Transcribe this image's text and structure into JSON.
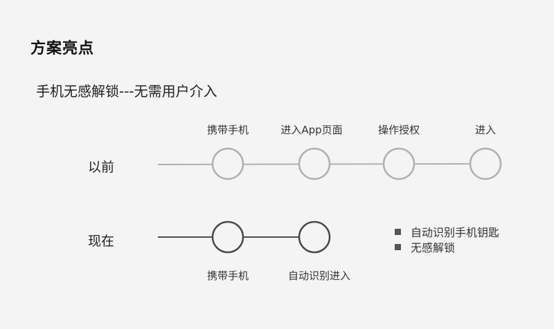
{
  "slide": {
    "title": "方案亮点",
    "subtitle": "手机无感解锁---无需用户介入"
  },
  "before": {
    "label": "以前",
    "steps": [
      "携带手机",
      "进入App页面",
      "操作授权",
      "进入"
    ]
  },
  "now": {
    "label": "现在",
    "steps": [
      "携带手机",
      "自动识别进入"
    ]
  },
  "notes": [
    "自动识别手机钥匙",
    "无感解锁"
  ],
  "colors": {
    "background": "#f4f4f4",
    "before_line": "#b0b0b0",
    "now_line": "#4a4a4a"
  }
}
